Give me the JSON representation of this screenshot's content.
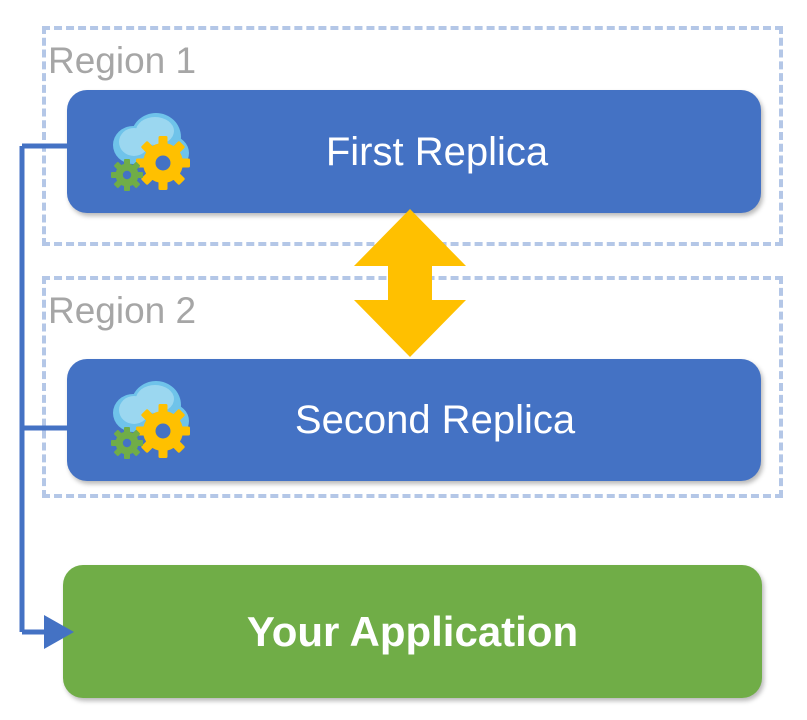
{
  "diagram": {
    "title": "Multi-region replication diagram",
    "background_color": "#ffffff",
    "regions": [
      {
        "id": "region-1",
        "label": "Region 1",
        "border_color": "#b4c7e7",
        "label_color": "#a6a6a6",
        "node": {
          "label": "First Replica",
          "fill_color": "#4472c4",
          "text_color": "#ffffff",
          "icon": "cloud-gear-icon"
        }
      },
      {
        "id": "region-2",
        "label": "Region 2",
        "border_color": "#b4c7e7",
        "label_color": "#a6a6a6",
        "node": {
          "label": "Second Replica",
          "fill_color": "#4472c4",
          "text_color": "#ffffff",
          "icon": "cloud-gear-icon"
        }
      }
    ],
    "application": {
      "label": "Your Application",
      "fill_color": "#70ad47",
      "text_color": "#ffffff"
    },
    "sync_arrow": {
      "name": "bidirectional-sync-arrow",
      "color": "#ffc000",
      "direction": "up-down"
    },
    "connector": {
      "name": "application-to-replicas-connector",
      "color": "#4472c4",
      "arrow_target": "Your Application"
    },
    "icon_colors": {
      "cloud": "#6fc3ea",
      "cloud_highlight": "#9bd7f0",
      "large_gear": "#ffc000",
      "small_gear": "#70ad47"
    }
  }
}
